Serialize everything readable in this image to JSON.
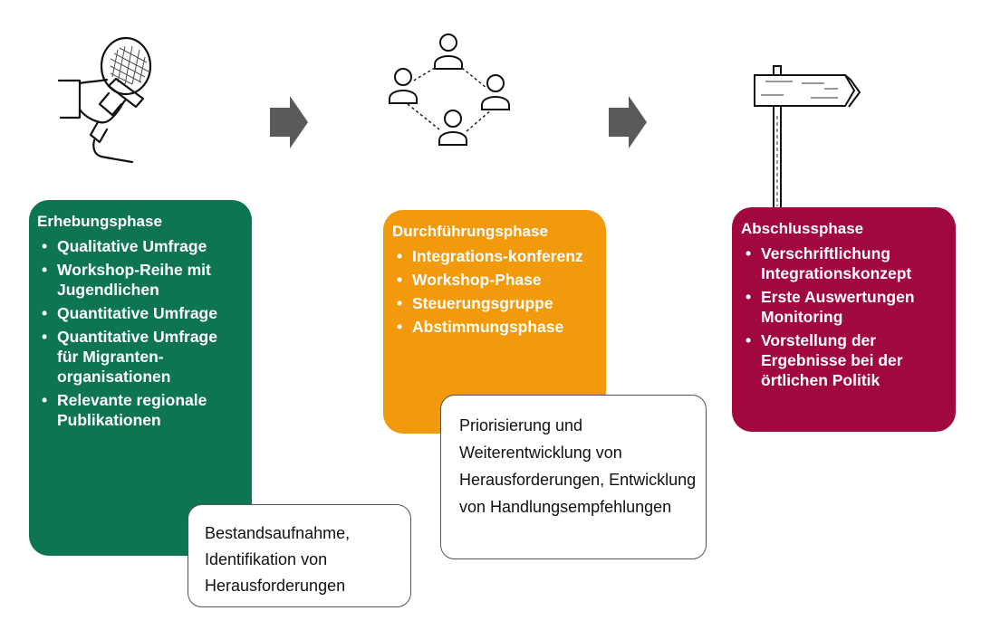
{
  "colors": {
    "collection_phase": "#0d7553",
    "implementation_phase": "#f29a0c",
    "completion_phase": "#a10840",
    "arrow": "#5a5a5a",
    "note_border": "#555555"
  },
  "icons": {
    "step1": "microphone-in-hand-icon",
    "step2": "group-network-icon",
    "step3": "signpost-icon",
    "connector": "right-arrow-icon"
  },
  "phases": [
    {
      "title": "Erhebungsphase",
      "items": [
        "Qualitative Umfrage",
        "Workshop-Reihe mit Jugendlichen",
        "Quantitative Umfrage",
        "Quantitative Umfrage für Migranten-organisationen",
        "Relevante regionale Publikationen"
      ],
      "note": "Bestandsaufnahme, Identifikation von Herausforderungen"
    },
    {
      "title": "Durchführungsphase",
      "items": [
        "Integrations-konferenz",
        "Workshop-Phase",
        "Steuerungsgruppe",
        "Abstimmungsphase"
      ],
      "note": "Priorisierung und Weiterentwicklung von Herausforderungen, Entwicklung von Handlungsempfehlungen"
    },
    {
      "title": "Abschlussphase",
      "items": [
        "Verschriftlichung Integrationskonzept",
        "Erste Auswertungen Monitoring",
        "Vorstellung der Ergebnisse bei der örtlichen Politik"
      ]
    }
  ]
}
